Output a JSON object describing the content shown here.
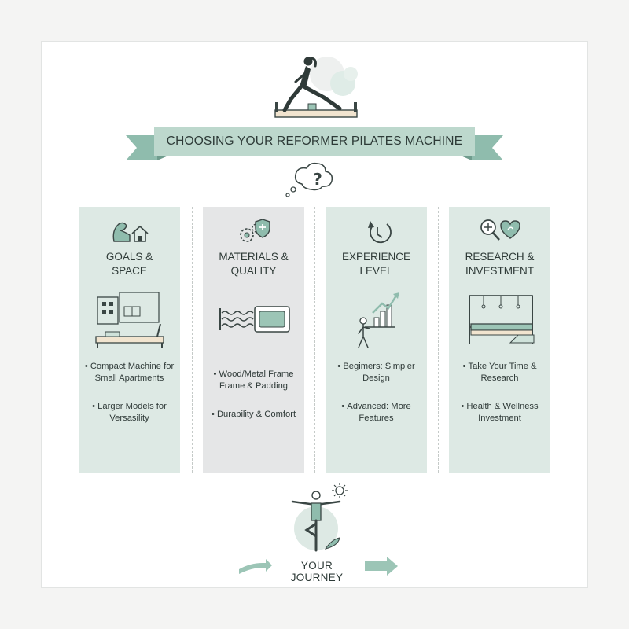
{
  "title": "CHOOSING YOUR REFORMER PILATES MACHINE",
  "columns": [
    {
      "heading": "GOALS &\nSPACE",
      "icon": "arm-and-house-icon",
      "bullets": [
        "Compact Machine for Small Apartments",
        "Larger Models for Versasility"
      ]
    },
    {
      "heading": "MATERIALS &\nQUALITY",
      "icon": "gears-and-shield-icon",
      "bullets": [
        "Wood/Metal Frame Frame & Padding",
        "Durability & Comfort"
      ]
    },
    {
      "heading": "EXPERIENCE\nLEVEL",
      "icon": "clock-cycle-icon",
      "bullets": [
        "Begimers: Simpler Design",
        "Advanced: More Features"
      ]
    },
    {
      "heading": "RESEARCH &\nINVESTMENT",
      "icon": "magnifier-and-heart-icon",
      "bullets": [
        "Take Your Time & Research",
        "Health & Wellness Investment"
      ]
    }
  ],
  "footer": {
    "label": "YOUR JOURNEY"
  },
  "colors": {
    "mint": "#dde9e4",
    "grey": "#e5e6e7",
    "accent": "#8fbcad",
    "ink": "#3a4644"
  }
}
